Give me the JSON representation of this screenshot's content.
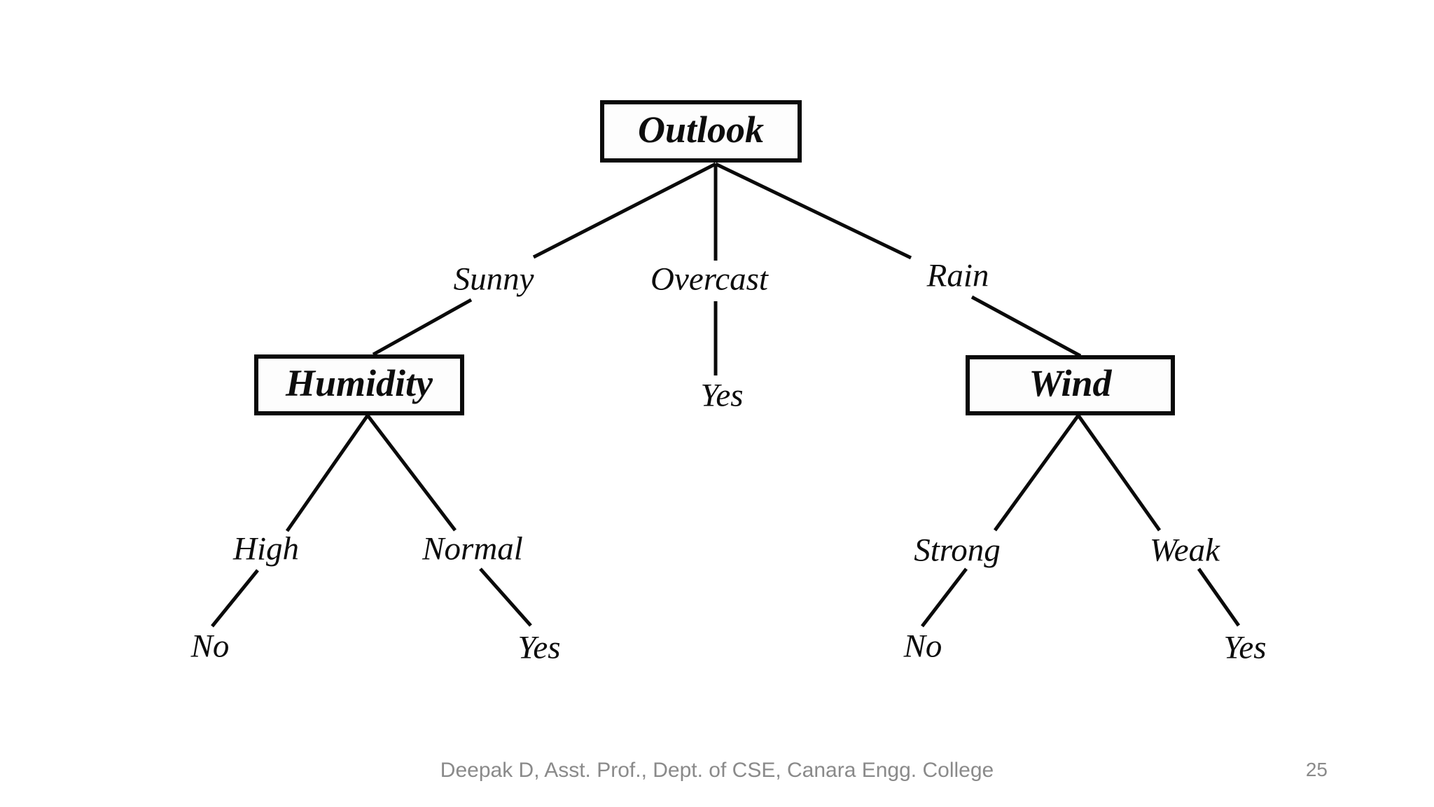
{
  "slide": {
    "background_color": "#ffffff",
    "footer": {
      "credit": "Deepak D, Asst. Prof., Dept. of CSE, Canara Engg. College",
      "page_number": "25",
      "color": "#8a8a8a"
    }
  },
  "diagram": {
    "type": "decision-tree",
    "topic": "PlayTennis decision tree",
    "line_color": "#0a0a0a",
    "text_color": "#0d0d0d",
    "root": "Outlook",
    "edges": [
      {
        "from": "Outlook",
        "branch": "Sunny",
        "to": "Humidity"
      },
      {
        "from": "Outlook",
        "branch": "Overcast",
        "to": "Yes"
      },
      {
        "from": "Outlook",
        "branch": "Rain",
        "to": "Wind"
      },
      {
        "from": "Humidity",
        "branch": "High",
        "to": "No"
      },
      {
        "from": "Humidity",
        "branch": "Normal",
        "to": "Yes"
      },
      {
        "from": "Wind",
        "branch": "Strong",
        "to": "No"
      },
      {
        "from": "Wind",
        "branch": "Weak",
        "to": "Yes"
      }
    ],
    "labels": {
      "outlook": "Outlook",
      "humidity": "Humidity",
      "wind": "Wind",
      "sunny": "Sunny",
      "overcast": "Overcast",
      "rain": "Rain",
      "high": "High",
      "normal": "Normal",
      "strong": "Strong",
      "weak": "Weak",
      "overcast_leaf": "Yes",
      "high_leaf": "No",
      "normal_leaf": "Yes",
      "strong_leaf": "No",
      "weak_leaf": "Yes"
    }
  }
}
